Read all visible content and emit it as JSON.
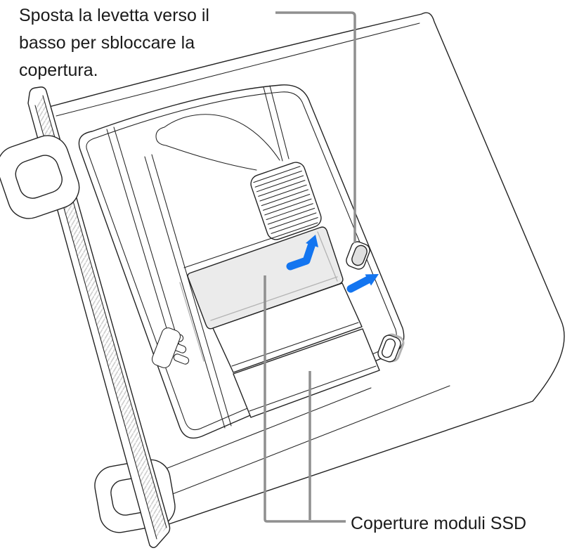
{
  "labels": {
    "instruction": [
      "Sposta la levetta verso il",
      "basso per sbloccare la",
      "copertura."
    ],
    "ssd_covers": "Coperture moduli SSD"
  },
  "icons": {
    "bent_arrow": "bent-arrow-icon",
    "straight_arrow": "straight-arrow-icon"
  },
  "colors": {
    "accent": "#1375f0",
    "ink": "#232323",
    "callout": "#8f8f8f",
    "cover_gray": "#ebebeb",
    "lever_gray": "#e0e0e0",
    "detail_gray": "#b3b3b3",
    "hatch": "#cccccc",
    "text": "#1b1b1b",
    "bg": "#ffffff"
  }
}
